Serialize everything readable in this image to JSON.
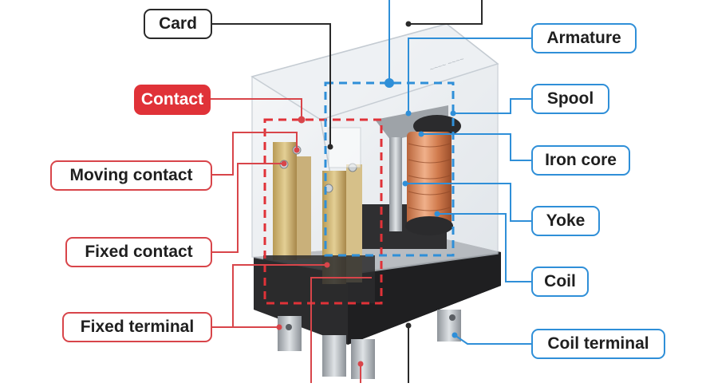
{
  "labels": {
    "card": "Card",
    "contact": "Contact",
    "moving_contact": "Moving contact",
    "fixed_contact": "Fixed contact",
    "fixed_terminal": "Fixed terminal",
    "armature": "Armature",
    "spool": "Spool",
    "iron_core": "Iron core",
    "yoke": "Yoke",
    "coil": "Coil",
    "coil_terminal": "Coil terminal"
  },
  "colors": {
    "black_leader": "#2a2a2a",
    "red_accent": "#e03238",
    "blue_accent": "#2f8fd8"
  }
}
